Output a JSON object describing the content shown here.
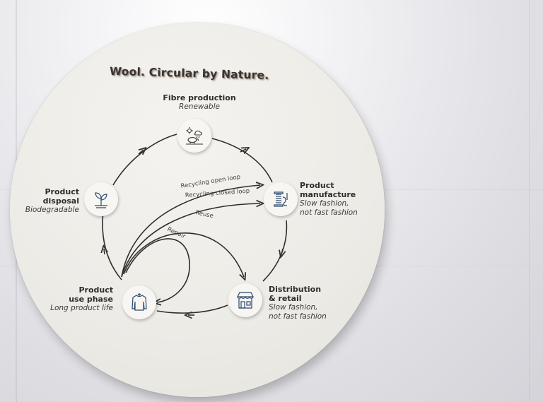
{
  "title": "Wool. Circular by Nature.",
  "stages": {
    "fibre": {
      "heading": "Fibre production",
      "sub": "Renewable",
      "icon": "sheep-weather-icon"
    },
    "manufacture": {
      "heading1": "Product",
      "heading2": "manufacture",
      "sub1": "Slow fashion,",
      "sub2": "not fast fashion",
      "icon": "spool-thread-icon"
    },
    "distribution": {
      "heading1": "Distribution",
      "heading2": "& retail",
      "sub1": "Slow fashion,",
      "sub2": "not fast fashion",
      "icon": "storefront-icon"
    },
    "use": {
      "heading1": "Product",
      "heading2": "use phase",
      "sub": "Long product life",
      "icon": "sweater-icon"
    },
    "disposal": {
      "heading1": "Product",
      "heading2": "disposal",
      "sub": "Biodegradable",
      "icon": "seedling-icon"
    }
  },
  "loops": {
    "open": "Recycling open loop",
    "closed": "Recycling closed loop",
    "reuse": "Reuse",
    "repair": "Repair"
  }
}
